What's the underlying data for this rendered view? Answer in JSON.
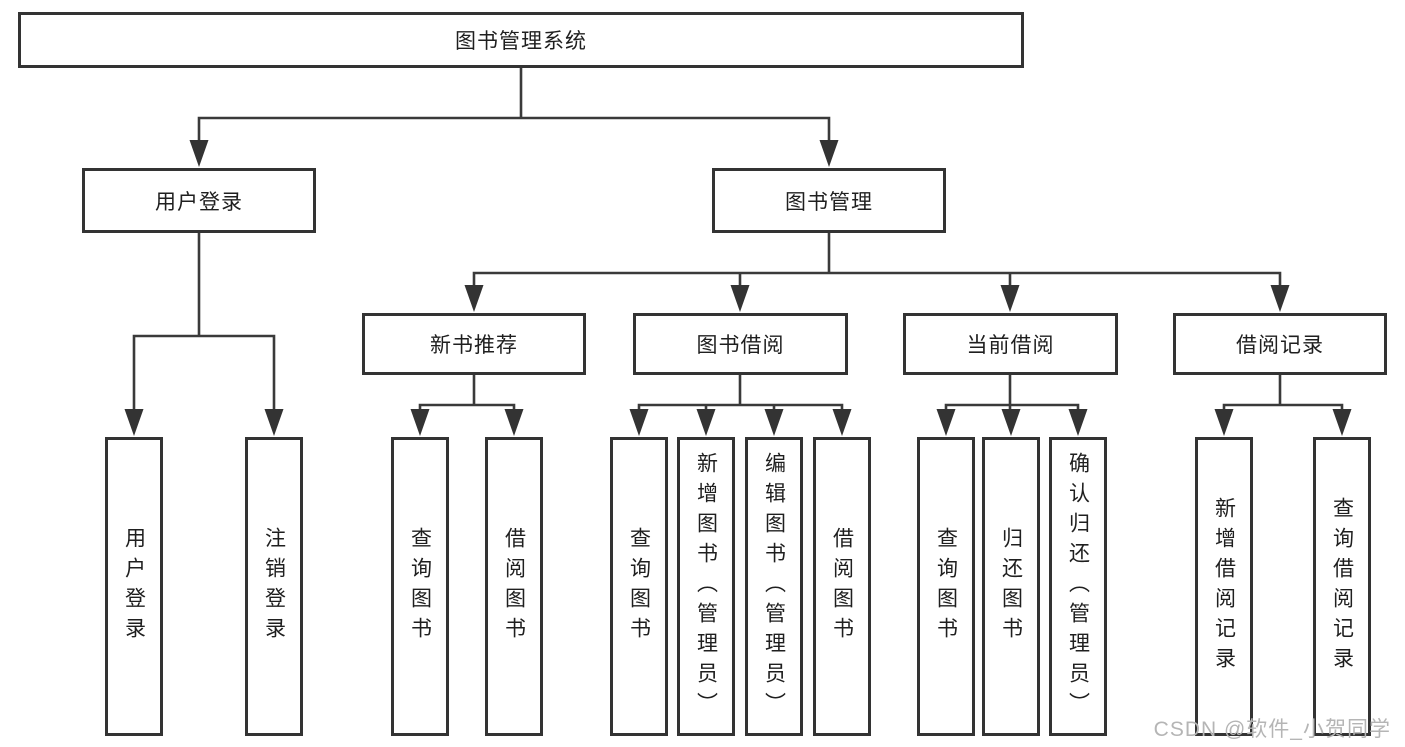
{
  "tree": {
    "root": {
      "label": "图书管理系统",
      "children": [
        {
          "label": "用户登录",
          "children": [
            {
              "label": "用户登录"
            },
            {
              "label": "注销登录"
            }
          ]
        },
        {
          "label": "图书管理",
          "children": [
            {
              "label": "新书推荐",
              "children": [
                {
                  "label": "查询图书"
                },
                {
                  "label": "借阅图书"
                }
              ]
            },
            {
              "label": "图书借阅",
              "children": [
                {
                  "label": "查询图书"
                },
                {
                  "label": "新增图书（管理员）"
                },
                {
                  "label": "编辑图书（管理员）"
                },
                {
                  "label": "借阅图书"
                }
              ]
            },
            {
              "label": "当前借阅",
              "children": [
                {
                  "label": "查询图书"
                },
                {
                  "label": "归还图书"
                },
                {
                  "label": "确认归还（管理员）"
                }
              ]
            },
            {
              "label": "借阅记录",
              "children": [
                {
                  "label": "新增借阅记录"
                },
                {
                  "label": "查询借阅记录"
                }
              ]
            }
          ]
        }
      ]
    }
  },
  "watermark": {
    "text": "CSDN @软件_小贺同学"
  },
  "colors": {
    "line": "#3a3a3a",
    "box_border": "#333333",
    "text": "#1f1f1f",
    "watermark": "#b5b5b5",
    "background": "#ffffff"
  }
}
